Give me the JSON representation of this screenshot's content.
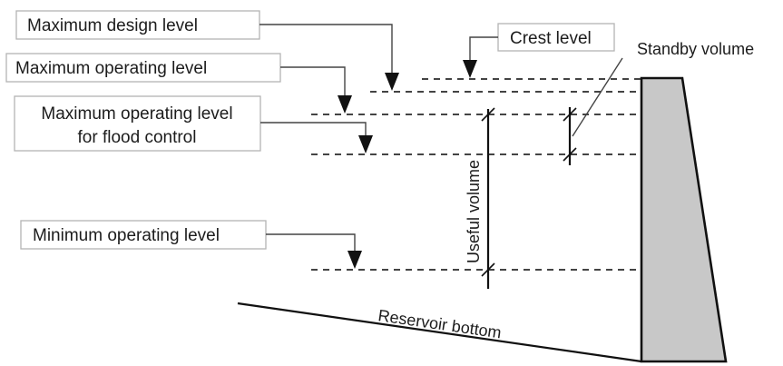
{
  "labels": {
    "max_design": "Maximum design level",
    "crest": "Crest level",
    "standby": "Standby volume",
    "max_operating": "Maximum operating level",
    "flood_line1": "Maximum operating level",
    "flood_line2": "for flood control",
    "min_operating": "Minimum operating level",
    "useful_volume": "Useful volume",
    "reservoir_bottom": "Reservoir bottom"
  }
}
